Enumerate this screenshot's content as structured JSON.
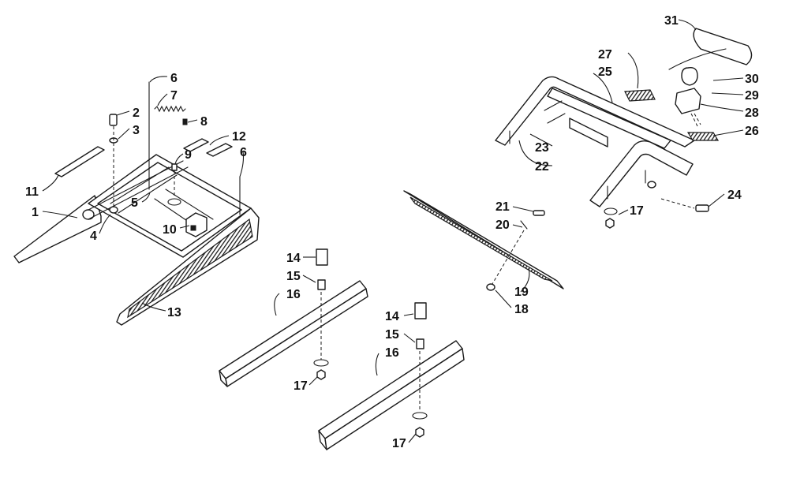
{
  "callouts": {
    "c1": "1",
    "c2": "2",
    "c3": "3",
    "c4": "4",
    "c5": "5",
    "c6a": "6",
    "c6b": "6",
    "c7": "7",
    "c8": "8",
    "c9": "9",
    "c10": "10",
    "c11": "11",
    "c12": "12",
    "c13": "13",
    "c14a": "14",
    "c14b": "14",
    "c15a": "15",
    "c15b": "15",
    "c16a": "16",
    "c16b": "16",
    "c17a": "17",
    "c17b": "17",
    "c17c": "17",
    "c18": "18",
    "c19": "19",
    "c20": "20",
    "c21": "21",
    "c22": "22",
    "c23": "23",
    "c24": "24",
    "c25": "25",
    "c26": "26",
    "c27": "27",
    "c28": "28",
    "c29": "29",
    "c30": "30",
    "c31": "31"
  }
}
